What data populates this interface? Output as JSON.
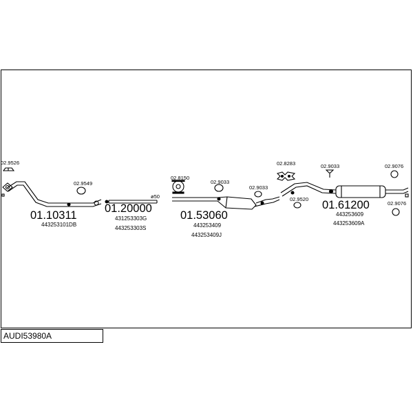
{
  "diagram": {
    "model_code": "AUDI53980A",
    "main_parts": [
      {
        "number": "01.10311",
        "oem": [
          "443253101DB"
        ]
      },
      {
        "number": "01.20000",
        "oem": [
          "431253303G",
          "443253303S"
        ]
      },
      {
        "number": "01.53060",
        "oem": [
          "443253409",
          "443253409J"
        ]
      },
      {
        "number": "01.61200",
        "oem": [
          "443253609",
          "443253609A"
        ]
      }
    ],
    "accessories": [
      {
        "number": "02.9526"
      },
      {
        "number": "02.9549"
      },
      {
        "number": "02.8150"
      },
      {
        "number": "02.9033"
      },
      {
        "number": "02.9033"
      },
      {
        "number": "02.8283"
      },
      {
        "number": "02.9520"
      },
      {
        "number": "02.9033"
      },
      {
        "number": "02.9076"
      },
      {
        "number": "02.9076"
      }
    ],
    "pipe_diameter_label": "ø50"
  }
}
